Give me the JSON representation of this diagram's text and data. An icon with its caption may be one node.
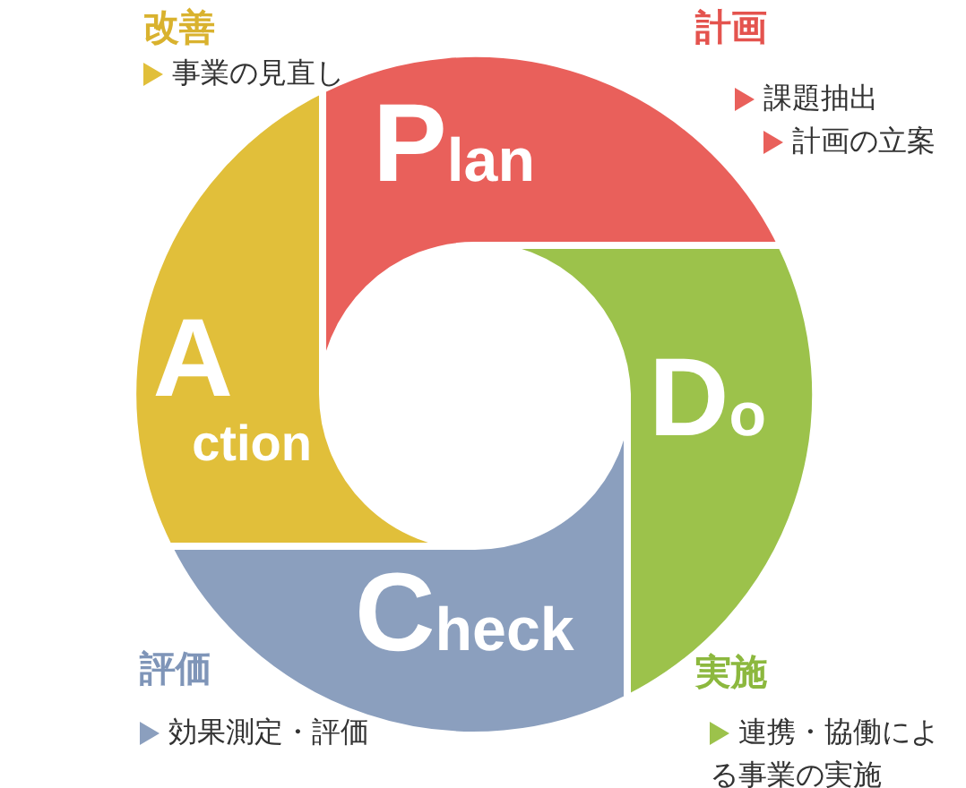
{
  "diagram": {
    "nodes": [
      {
        "text": [
          "Plan"
        ],
        "beside": [
          "計画",
          "課題抽出",
          "計画の立案"
        ]
      },
      {
        "text": [
          "Do"
        ],
        "beside": [
          "実施",
          "連携・協働による事業の実施"
        ]
      },
      {
        "text": [
          "Check"
        ],
        "beside": [
          "評価",
          "効果測定・評価"
        ]
      },
      {
        "text": [
          "Action"
        ],
        "beside": [
          "改善",
          "事業の見直し"
        ]
      }
    ]
  }
}
